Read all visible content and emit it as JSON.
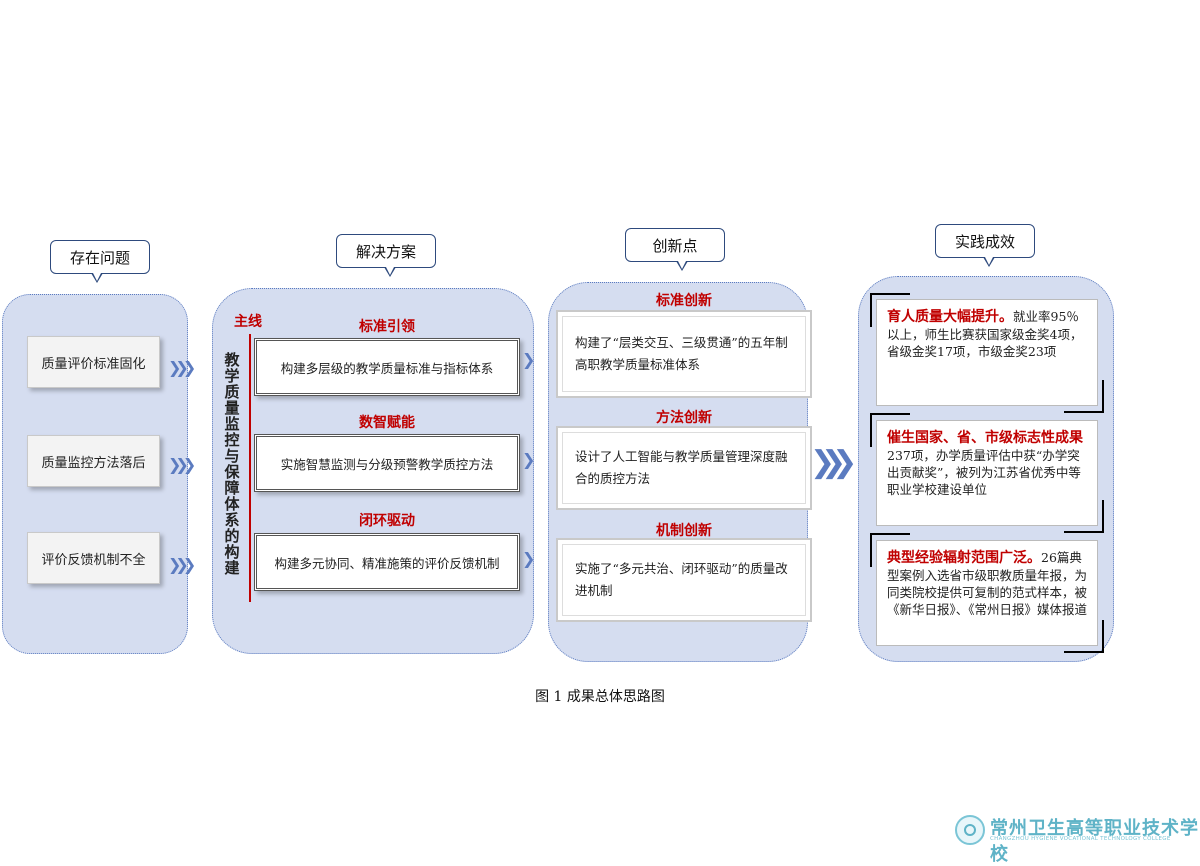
{
  "headers": {
    "problems": "存在问题",
    "solutions": "解决方案",
    "innovations": "创新点",
    "results": "实践成效"
  },
  "problems": [
    "质量评价标准固化",
    "质量监控方法落后",
    "评价反馈机制不全"
  ],
  "solutions": {
    "main_line": "主线",
    "vertical_title": "教学质量监控与保障体系的构建",
    "items": [
      {
        "title": "标准引领",
        "text": "构建多层级的教学质量标准与指标体系"
      },
      {
        "title": "数智赋能",
        "text": "实施智慧监测与分级预警教学质控方法"
      },
      {
        "title": "闭环驱动",
        "text": "构建多元协同、精准施策的评价反馈机制"
      }
    ]
  },
  "innovations": [
    {
      "title": "标准创新",
      "text": "构建了“层类交互、三级贯通”的五年制高职教学质量标准体系"
    },
    {
      "title": "方法创新",
      "text": "设计了人工智能与教学质量管理深度融合的质控方法"
    },
    {
      "title": "机制创新",
      "text": "实施了“多元共治、闭环驱动”的质量改进机制"
    }
  ],
  "results": [
    {
      "highlight": "育人质量大幅提升。",
      "text": "就业率95％以上，师生比赛获国家级金奖4项，省级金奖17项，市级金奖23项"
    },
    {
      "highlight": "催生国家、省、市级标志性成果",
      "text": "237项，办学质量评估中获“办学突出贡献奖”，被列为江苏省优秀中等职业学校建设单位"
    },
    {
      "highlight": "典型经验辐射范围广泛。",
      "text": "26篇典型案例入选省市级职教质量年报，为同类院校提供可复制的范式样本，被《新华日报》、《常州日报》媒体报道"
    }
  ],
  "caption": "图 1  成果总体思路图",
  "school": {
    "name_cn": "常州卫生高等职业技术学校",
    "name_en": "CHANGZHOU HYGIENE VOCATIONAL TECHNOLOGY COLLEGE"
  },
  "colors": {
    "panel_fill": "#d5ddf0",
    "panel_border": "#5b7bc0",
    "accent_red": "#c00000",
    "callout_border": "#2e4a7d",
    "logo": "#5fb3c7"
  },
  "icons": {
    "arrow": "chevron-right-icon",
    "logo": "school-logo-icon"
  }
}
